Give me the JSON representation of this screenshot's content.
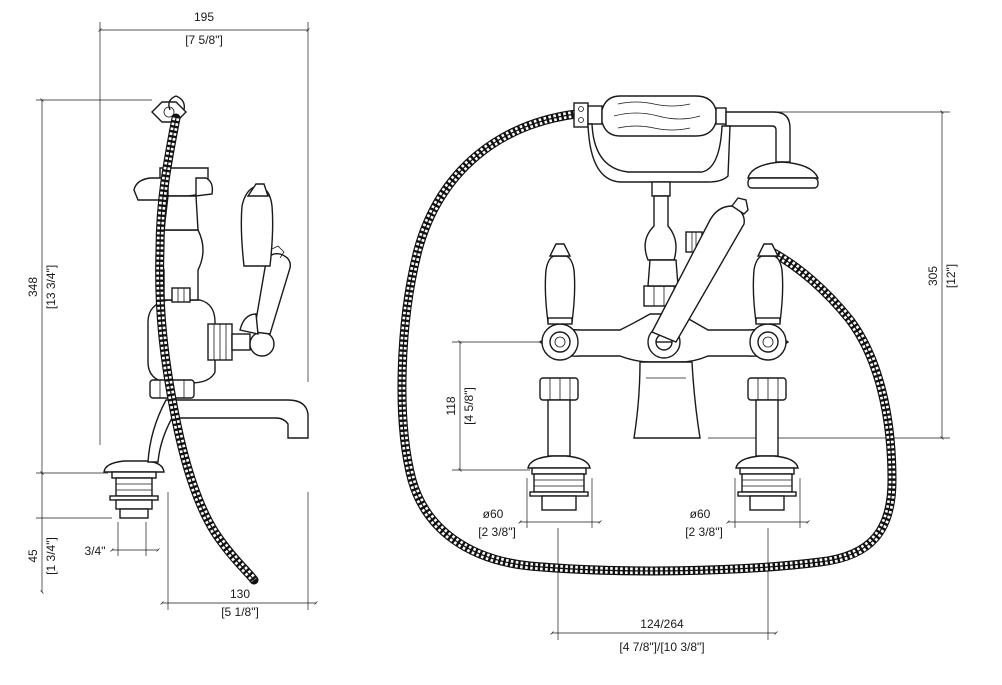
{
  "side_view": {
    "width": {
      "mm": "195",
      "inch": "[7 5/8\"]"
    },
    "height": {
      "mm": "348",
      "inch": "[13 3/4\"]"
    },
    "tail_length": {
      "mm": "45",
      "inch": "[1 3/4\"]"
    },
    "tail_thread": "3/4\"",
    "spout_reach": {
      "mm": "130",
      "inch": "[5 1/8\"]"
    }
  },
  "front_view": {
    "handset_height": {
      "mm": "305",
      "inch": "[12\"]"
    },
    "valve_height": {
      "mm": "118",
      "inch": "[4 5/8\"]"
    },
    "flange_left": {
      "mm": "ø60",
      "inch": "[2 3/8\"]"
    },
    "flange_right": {
      "mm": "ø60",
      "inch": "[2 3/8\"]"
    },
    "centres": {
      "mm": "124/264",
      "inch": "[4 7/8\"]/[10 3/8\"]"
    }
  }
}
